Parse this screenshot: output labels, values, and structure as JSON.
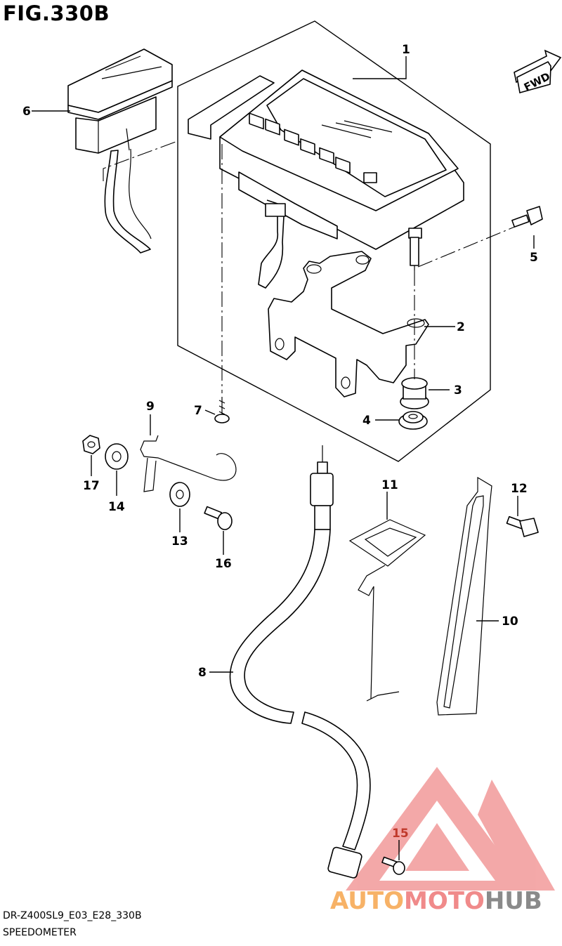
{
  "figure": {
    "title": "FIG.330B"
  },
  "footer": {
    "code": "DR-Z400SL9_E03_E28_330B",
    "name": "SPEEDOMETER"
  },
  "direction_badge": {
    "text": "FWD"
  },
  "parts": [
    {
      "number": "1"
    },
    {
      "number": "2"
    },
    {
      "number": "3"
    },
    {
      "number": "4"
    },
    {
      "number": "5"
    },
    {
      "number": "6"
    },
    {
      "number": "7"
    },
    {
      "number": "8"
    },
    {
      "number": "9"
    },
    {
      "number": "10"
    },
    {
      "number": "11"
    },
    {
      "number": "12"
    },
    {
      "number": "13"
    },
    {
      "number": "14"
    },
    {
      "number": "15"
    },
    {
      "number": "16"
    },
    {
      "number": "17"
    }
  ],
  "watermark": {
    "part1": "AUTO",
    "part2": "MOTO",
    "part3": "HUB",
    "colors": {
      "auto": "#f7b267",
      "moto": "#f08a8a",
      "hub": "#8a8a8a",
      "logo": "#f29a9a"
    }
  }
}
